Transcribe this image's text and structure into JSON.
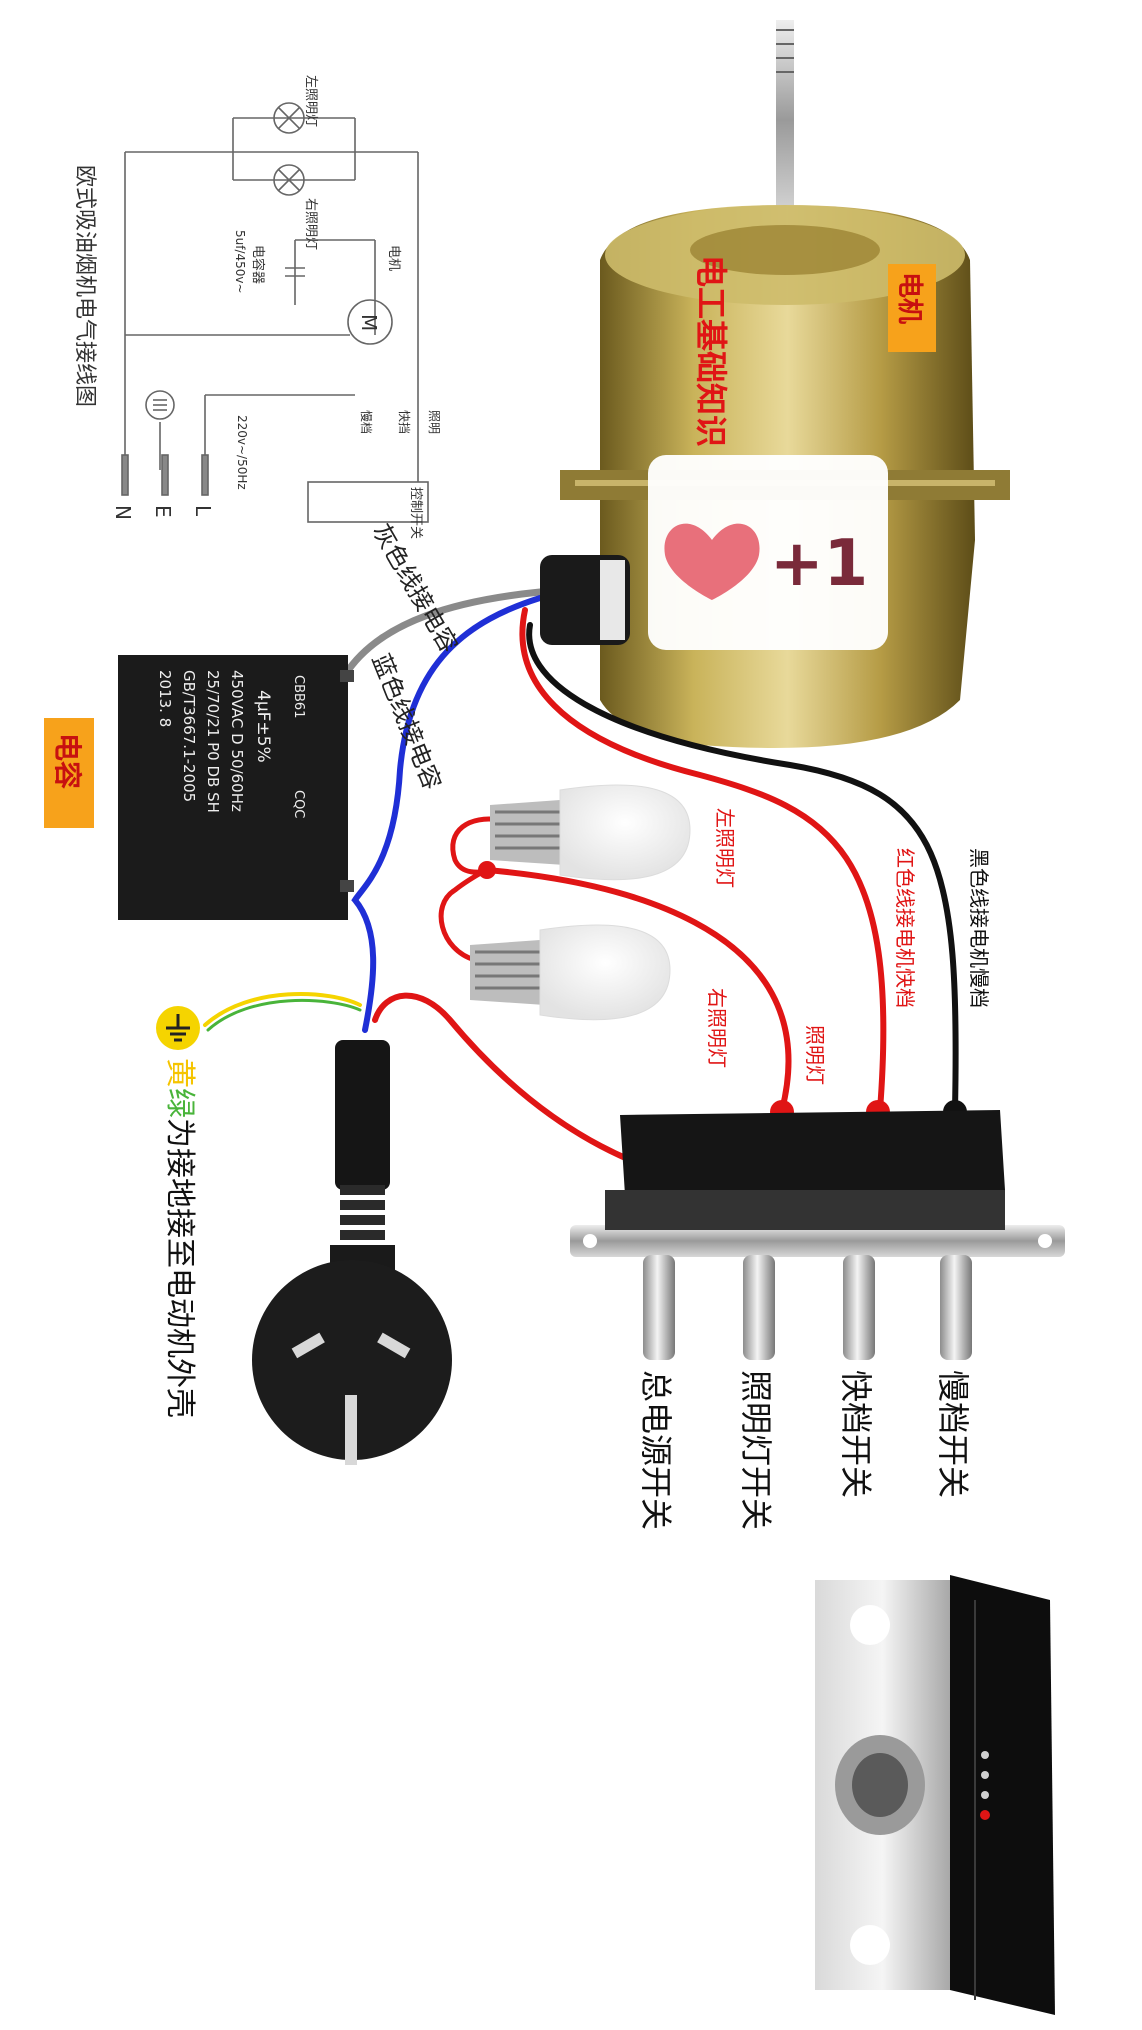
{
  "schematic": {
    "title": "欧式吸油烟机电气接线图",
    "lamp_left": "左照明灯",
    "lamp_right": "右照明灯",
    "motor_label": "电机",
    "motor_symbol": "M",
    "capacitor_label": "电容器",
    "capacitor_spec": "5uf/450v~",
    "switch_label": "控制开关",
    "switch_terms": [
      "照明",
      "快挡",
      "慢档"
    ],
    "supply": "220v~/50Hz",
    "terminals": [
      "L",
      "E",
      "N"
    ]
  },
  "motor": {
    "badge": "电机",
    "watermark": "电工基础知识",
    "sticker_text": "+1"
  },
  "capacitor": {
    "badge": "电容",
    "brand": "CBB61",
    "cqc": "CQC",
    "spec_lines": [
      "4μF±5%",
      "450VAC D 50/60Hz",
      "25/70/21 P0 DB SH",
      "GB/T3667.1-2005",
      "2013.      8"
    ]
  },
  "wire_labels": {
    "gray": "灰色线接电容",
    "blue": "蓝色线接电容",
    "red": "红色线接电机快档",
    "black": "黑色线接电机慢档",
    "left_lamp": "左照明灯",
    "right_lamp": "右照明灯",
    "lamp_wire": "照明灯"
  },
  "ground": {
    "symbol": "⏚",
    "prefix_yellow": "黄",
    "prefix_green": "绿",
    "rest": "为接地接至电动机外壳"
  },
  "switches": [
    "总电源开关",
    "照明灯开关",
    "快档开关",
    "慢档开关"
  ],
  "colors": {
    "red_wire": "#e01515",
    "blue_wire": "#1f2fd6",
    "gray_wire": "#8a8a8a",
    "black_wire": "#111111",
    "badge": "#f7a21b",
    "ground_yellow": "#f5d400",
    "ground_green": "#49b43a"
  }
}
